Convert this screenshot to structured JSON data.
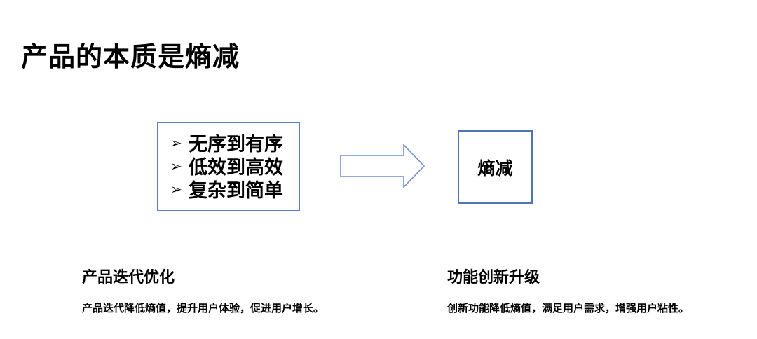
{
  "title": "产品的本质是熵减",
  "principles": [
    {
      "bullet": "➢",
      "text": "无序到有序"
    },
    {
      "bullet": "➢",
      "text": "低效到高效"
    },
    {
      "bullet": "➢",
      "text": "复杂到简单"
    }
  ],
  "result": "熵减",
  "sections": {
    "left": {
      "title": "产品迭代优化",
      "desc": "产品迭代降低熵值，提升用户体验，促进用户增长。"
    },
    "right": {
      "title": "功能创新升级",
      "desc": "创新功能降低熵值，满足用户需求，增强用户粘性。"
    }
  },
  "colors": {
    "box_border": "#5b7fc6",
    "result_border": "#4f74b8",
    "arrow_stroke": "#6f8fcf"
  },
  "icons": {
    "arrow": "right-arrow-icon",
    "bullet": "arrow-bullet-icon"
  }
}
